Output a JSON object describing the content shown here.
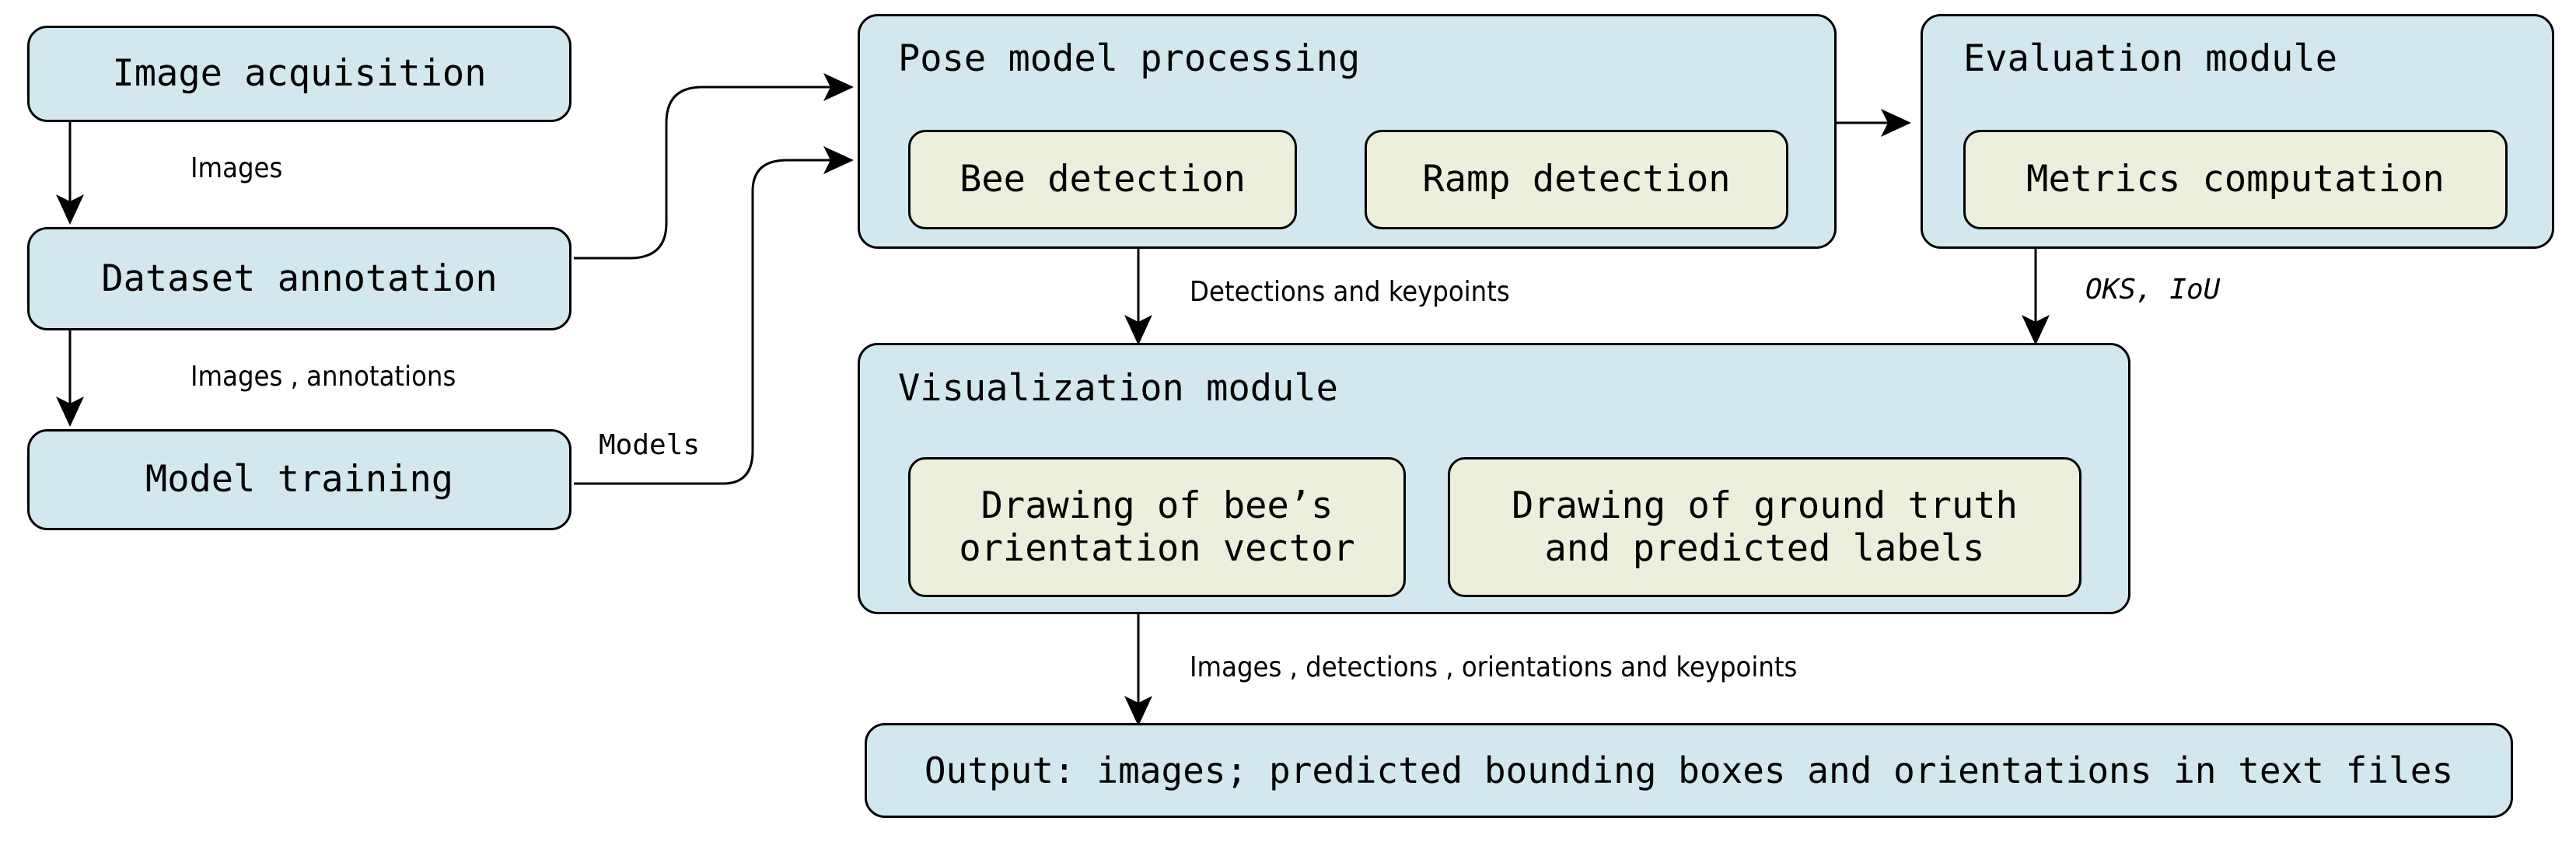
{
  "diagram": {
    "title": "Bee pose estimation pipeline flowchart",
    "colors": {
      "stage_fill": "#d2e8ee",
      "substage_fill": "#ecefdc",
      "stroke": "#000000",
      "background": "#ffffff"
    },
    "nodes": {
      "image_acquisition": {
        "label": "Image acquisition"
      },
      "dataset_annotation": {
        "label": "Dataset annotation"
      },
      "model_training": {
        "label": "Model training"
      },
      "pose_model_processing": {
        "title": "Pose model processing"
      },
      "bee_detection": {
        "label": "Bee detection"
      },
      "ramp_detection": {
        "label": "Ramp detection"
      },
      "evaluation_module": {
        "title": "Evaluation module"
      },
      "metrics_computation": {
        "label": "Metrics computation"
      },
      "visualization_module": {
        "title": "Visualization module"
      },
      "orientation_vector": {
        "line1": "Drawing of bee’s",
        "line2": "orientation vector"
      },
      "gt_predicted_labels": {
        "line1": "Drawing of ground truth",
        "line2": "and predicted labels"
      },
      "output": {
        "label": "Output: images; predicted bounding boxes and orientations in text files"
      }
    },
    "edges": {
      "images": {
        "label": "Images"
      },
      "images_annotations": {
        "label": "Images , annotations"
      },
      "models": {
        "label": "Models"
      },
      "detections_keypoints": {
        "label": "Detections and keypoints"
      },
      "oks_iou": {
        "label": "OKS, IoU"
      },
      "images_detections_orientations_keypoints": {
        "label": "Images , detections , orientations and keypoints"
      }
    }
  }
}
